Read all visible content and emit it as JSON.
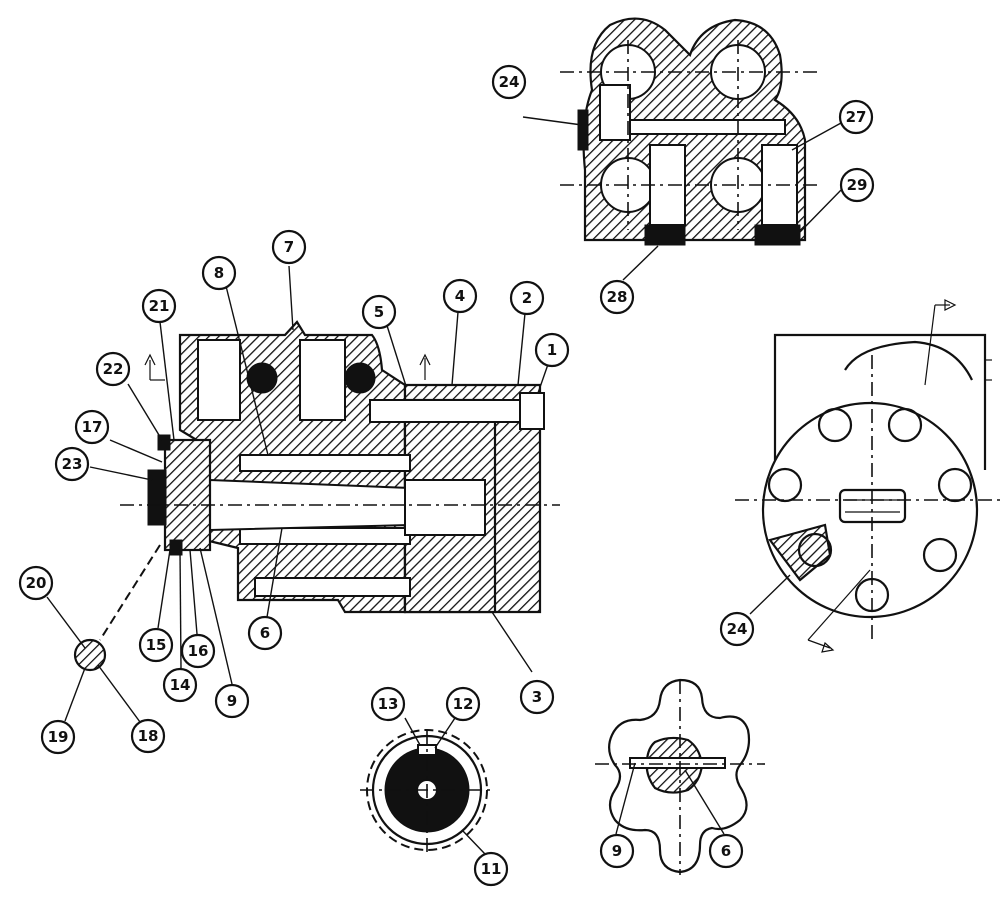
{
  "diagram": {
    "callouts": [
      {
        "id": "c1",
        "label": "1"
      },
      {
        "id": "c2",
        "label": "2"
      },
      {
        "id": "c3",
        "label": "3"
      },
      {
        "id": "c4",
        "label": "4"
      },
      {
        "id": "c5",
        "label": "5"
      },
      {
        "id": "c6a",
        "label": "6"
      },
      {
        "id": "c6b",
        "label": "6"
      },
      {
        "id": "c7",
        "label": "7"
      },
      {
        "id": "c8",
        "label": "8"
      },
      {
        "id": "c9a",
        "label": "9"
      },
      {
        "id": "c9b",
        "label": "9"
      },
      {
        "id": "c11",
        "label": "11"
      },
      {
        "id": "c12",
        "label": "12"
      },
      {
        "id": "c13",
        "label": "13"
      },
      {
        "id": "c14",
        "label": "14"
      },
      {
        "id": "c15",
        "label": "15"
      },
      {
        "id": "c16",
        "label": "16"
      },
      {
        "id": "c17",
        "label": "17"
      },
      {
        "id": "c18",
        "label": "18"
      },
      {
        "id": "c19",
        "label": "19"
      },
      {
        "id": "c20",
        "label": "20"
      },
      {
        "id": "c21",
        "label": "21"
      },
      {
        "id": "c22",
        "label": "22"
      },
      {
        "id": "c23",
        "label": "23"
      },
      {
        "id": "c24a",
        "label": "24"
      },
      {
        "id": "c24b",
        "label": "24"
      },
      {
        "id": "c27",
        "label": "27"
      },
      {
        "id": "c28",
        "label": "28"
      },
      {
        "id": "c29",
        "label": "29"
      }
    ]
  }
}
